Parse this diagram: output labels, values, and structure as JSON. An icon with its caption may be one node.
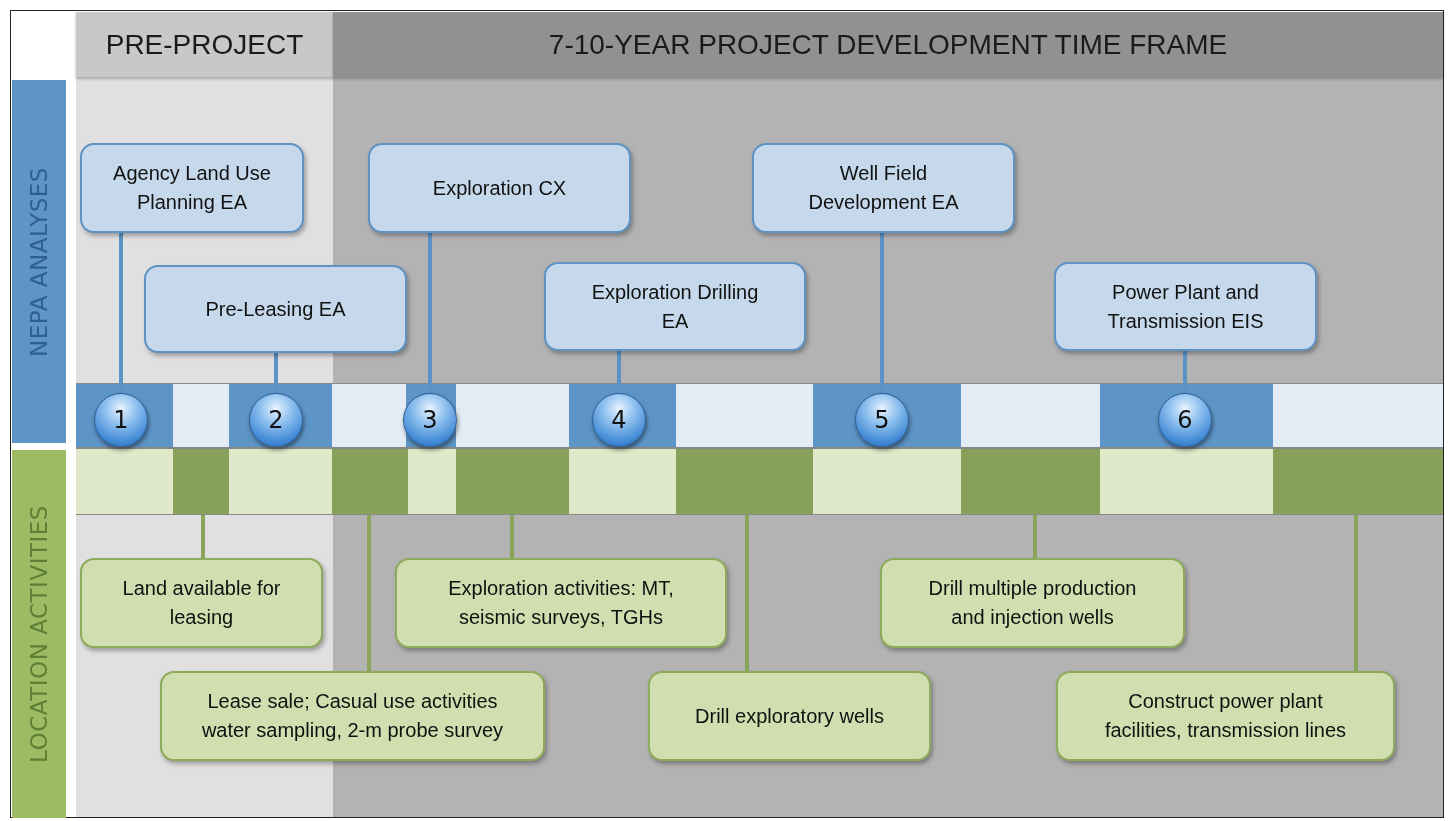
{
  "diagram": {
    "nodes": [
      {
        "text": [
          "PRE-PROJECT"
        ]
      },
      {
        "text": [
          "7-10-YEAR PROJECT DEVELOPMENT TIME FRAME"
        ]
      },
      {
        "text": [
          "NEPA ANALYSES"
        ]
      },
      {
        "text": [
          "Agency Land Use Planning EA"
        ]
      },
      {
        "text": [
          "Pre-Leasing EA"
        ]
      },
      {
        "text": [
          "Exploration CX"
        ]
      },
      {
        "text": [
          "Exploration Drilling EA"
        ]
      },
      {
        "text": [
          "Well Field Development EA"
        ]
      },
      {
        "text": [
          "Power Plant and Transmission EIS"
        ]
      },
      {
        "text": [
          "1"
        ]
      },
      {
        "text": [
          "2"
        ]
      },
      {
        "text": [
          "3"
        ]
      },
      {
        "text": [
          "4"
        ]
      },
      {
        "text": [
          "5"
        ]
      },
      {
        "text": [
          "6"
        ]
      },
      {
        "text": [
          "LOCATION ACTIVITIES"
        ]
      },
      {
        "text": [],
        "shape": "box"
      },
      {
        "text": [],
        "shape": "box"
      },
      {
        "text": [],
        "shape": "box"
      },
      {
        "text": [],
        "shape": "box"
      },
      {
        "text": [],
        "shape": "box"
      },
      {
        "text": [],
        "shape": "box"
      },
      {
        "text": [
          "Land available for leasing"
        ]
      },
      {
        "text": [
          "Lease sale; Casual use activities water sampling, 2-m probe survey"
        ]
      },
      {
        "text": [
          "Exploration activities: MT, seismic surveys, TGHs"
        ]
      },
      {
        "text": [
          "Drill exploratory wells"
        ]
      },
      {
        "text": [
          "Drill multiple production and injection wells"
        ]
      },
      {
        "text": [
          "Construct power plant facilities, transmission lines"
        ]
      }
    ],
    "edges": [
      {
        "from": 3,
        "to": 9,
        "arrow": "none"
      },
      {
        "from": 4,
        "to": 10,
        "arrow": "none"
      },
      {
        "from": 5,
        "to": 11,
        "arrow": "none"
      },
      {
        "from": 6,
        "to": 12,
        "arrow": "none"
      },
      {
        "from": 7,
        "to": 13,
        "arrow": "none"
      },
      {
        "from": 8,
        "to": 14,
        "arrow": "none"
      },
      {
        "from": 16,
        "to": 22,
        "arrow": "none",
        "color": "#8aa55a"
      },
      {
        "from": 17,
        "to": 23,
        "arrow": "none",
        "color": "#8aa55a"
      },
      {
        "from": 18,
        "to": 24,
        "arrow": "none",
        "color": "#8aa55a"
      },
      {
        "from": 19,
        "to": 25,
        "arrow": "none",
        "color": "#8aa55a"
      },
      {
        "from": 20,
        "to": 26,
        "arrow": "none",
        "color": "#8aa55a"
      },
      {
        "from": 21,
        "to": 27,
        "arrow": "none",
        "color": "#8aa55a"
      }
    ]
  }
}
